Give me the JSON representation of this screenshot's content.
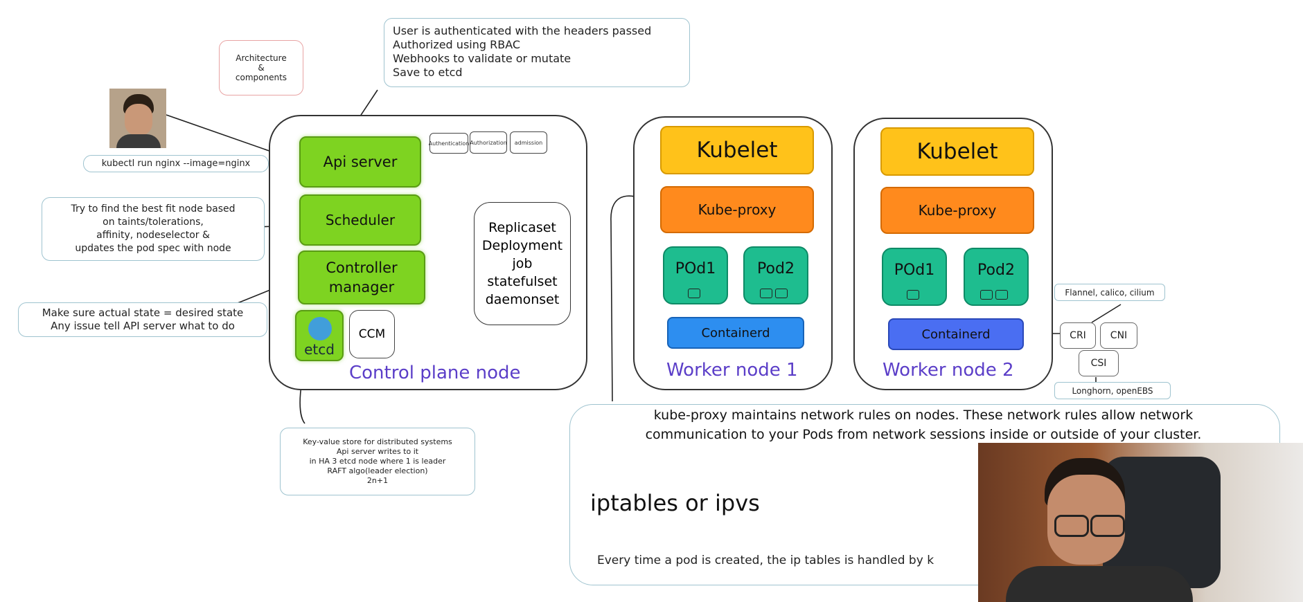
{
  "notes": {
    "architecture": "Architecture\n&\ncomponents",
    "auth": "User is authenticated with the headers passed\nAuthorized using RBAC\nWebhooks to validate or mutate\nSave to etcd",
    "kubectl": "kubectl run nginx --image=nginx",
    "scheduler": "Try to find the best fit node based\non taints/tolerations,\naffinity, nodeselector &\nupdates the pod spec with node",
    "controller": "Make sure actual state = desired state\nAny issue tell API server what to do",
    "etcd": "Key-value store for distributed systems\nApi server writes to it\nin HA 3 etcd node where 1 is leader\nRAFT algo(leader election)\n2n+1",
    "kubeproxy": "kube-proxy maintains network rules on nodes. These network rules allow network\ncommunication to your Pods from network sessions inside or outside of your cluster.",
    "iptables": "iptables or ipvs",
    "every_time": "Every time a pod is created, the ip tables is handled by k",
    "plugins": "Flannel, calico, cilium",
    "storage": "Longhorn, openEBS"
  },
  "control_plane": {
    "label": "Control plane node",
    "api_server": "Api server",
    "scheduler": "Scheduler",
    "controller_manager": "Controller\nmanager",
    "etcd": "etcd",
    "ccm": "CCM",
    "auth_tabs": [
      "Authentication",
      "Authorization",
      "admission"
    ],
    "controllers": "Replicaset\nDeployment\njob\nstatefulset\ndaemonset"
  },
  "workers": [
    {
      "label": "Worker node 1",
      "kubelet": "Kubelet",
      "kube_proxy": "Kube-proxy",
      "pod1": "POd1",
      "pod2": "Pod2",
      "runtime": "Containerd"
    },
    {
      "label": "Worker node 2",
      "kubelet": "Kubelet",
      "kube_proxy": "Kube-proxy",
      "pod1": "POd1",
      "pod2": "Pod2",
      "runtime": "Containerd"
    }
  ],
  "interfaces": {
    "cri": "CRI",
    "cni": "CNI",
    "csi": "CSI"
  },
  "colors": {
    "green": "#7ed321",
    "yellow": "#ffc21a",
    "orange": "#ff8a1d",
    "teal": "#1ebd8f",
    "blue": "#2d8ef0",
    "purple": "#5b3ec8"
  }
}
